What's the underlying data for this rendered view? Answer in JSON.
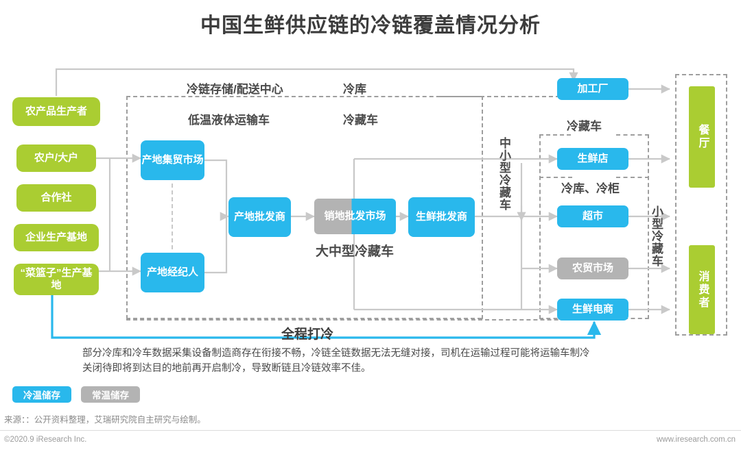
{
  "header": {
    "title": "中国生鲜供应链的冷链覆盖情况分析"
  },
  "producers": {
    "items": [
      {
        "label": "农产品生产者"
      },
      {
        "label": "农户/大户"
      },
      {
        "label": "合作社"
      },
      {
        "label": "企业生产基地"
      },
      {
        "label": "“菜篮子”生产基地"
      }
    ]
  },
  "origin_stage": {
    "items": [
      {
        "label": "产地集贸市场"
      },
      {
        "label": "产地经纪人"
      },
      {
        "label": "产地批发商"
      }
    ]
  },
  "middle_stage": {
    "items": [
      {
        "label": "销地批发市场"
      },
      {
        "label": "生鲜批发商"
      }
    ]
  },
  "retail_stage": {
    "items": [
      {
        "label": "加工厂"
      },
      {
        "label": "生鲜店"
      },
      {
        "label": "超市"
      },
      {
        "label": "农贸市场"
      },
      {
        "label": "生鲜电商"
      }
    ]
  },
  "endpoints": {
    "items": [
      {
        "label": "餐厅"
      },
      {
        "label": "消费者"
      }
    ]
  },
  "annotations": {
    "cold_storage_center": "冷链存储/配送中心",
    "cold_warehouse": "冷库",
    "low_temp_liquid_truck": "低温液体运输车",
    "refrigerated_truck_1": "冷藏车",
    "refrigerated_truck_2": "冷藏车",
    "cold_warehouse_cabinet": "冷库、冷柜",
    "medium_small_truck": "中小型冷藏车",
    "small_truck": "小型冷藏车",
    "large_medium_truck": "大中型冷藏车",
    "full_chain_cooling": "全程打冷"
  },
  "note": {
    "text": "部分冷库和冷车数据采集设备制造商存在衔接不畅，冷链全链数据无法无缝对接，司机在运输过程可能将运输车制冷关闭待即将到达目的地前再开启制冷，导致断链且冷链效率不佳。"
  },
  "legend": {
    "items": [
      {
        "label": "冷温储存",
        "color": "#29b8ec"
      },
      {
        "label": "常温储存",
        "color": "#b3b3b3"
      }
    ]
  },
  "source": {
    "text": "来源：：公开资料整理，艾瑞研究院自主研究与绘制。"
  },
  "footer": {
    "left": "©2020.9 iResearch Inc.",
    "right": "www.iresearch.com.cn"
  },
  "colors": {
    "green": "#aacd32",
    "blue": "#29b8ec",
    "gray": "#b3b3b3",
    "wire": "#c9c9c9",
    "cold_line": "#29b8ec",
    "text_dark": "#3c3c3c"
  }
}
